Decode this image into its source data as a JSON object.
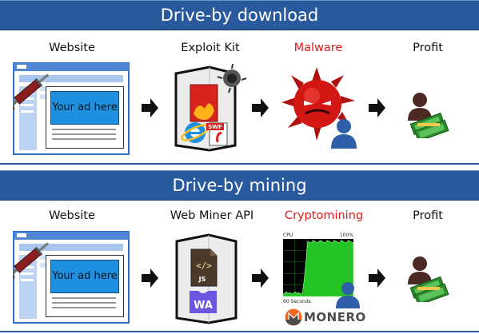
{
  "sections": [
    {
      "title": "Drive-by download",
      "steps": [
        "Website",
        "Exploit Kit",
        "Malware",
        "Profit"
      ],
      "ad_text": "Your ad here",
      "swf_label": "SWF"
    },
    {
      "title": "Drive-by mining",
      "steps": [
        "Website",
        "Web Miner API",
        "Cryptomining",
        "Profit"
      ],
      "ad_text": "Your ad here",
      "js_label": "JS",
      "wa_label": "WA",
      "code_label": "</>",
      "cpu_label": "CPU",
      "cpu_max_label": "100%",
      "time_label": "60 Seconds",
      "monero_label": "MONERO"
    }
  ],
  "colors": {
    "banner": "#2a5a9e",
    "highlight_text": "#e11b1b",
    "ad_blue": "#1f8fe0",
    "cpu_green": "#22c322",
    "monero_orange": "#f26822"
  }
}
